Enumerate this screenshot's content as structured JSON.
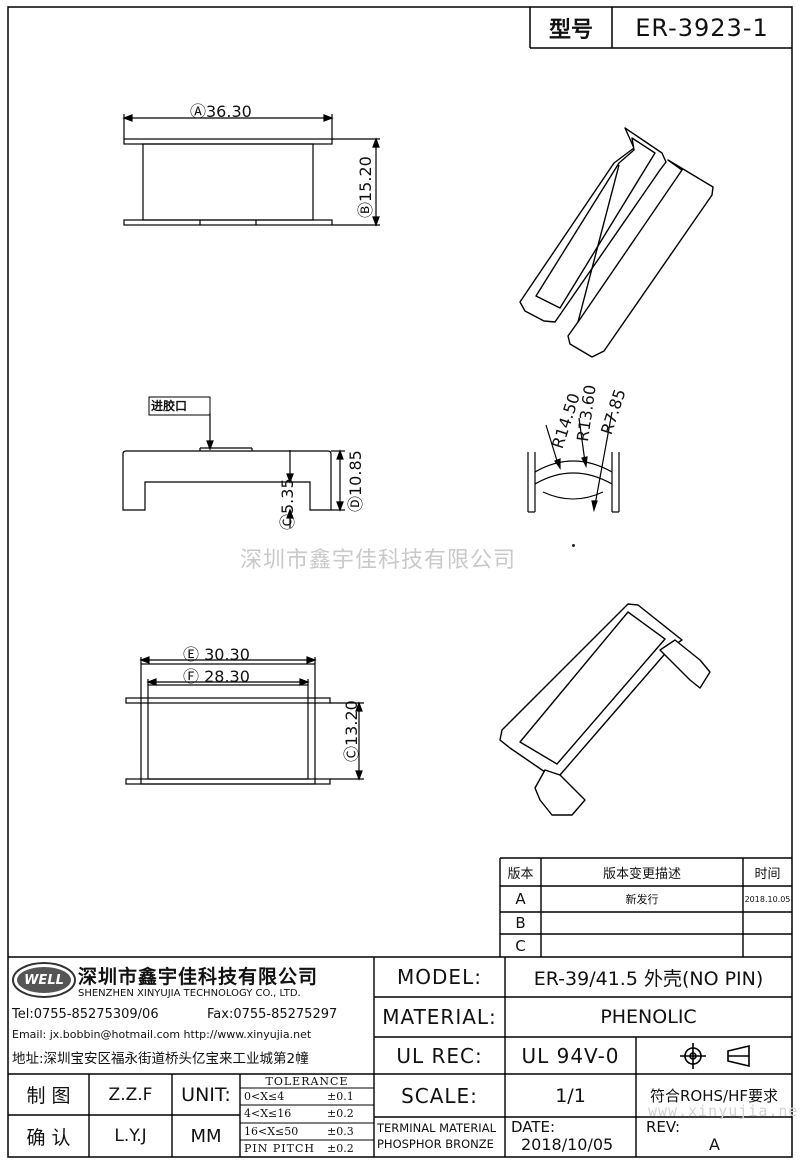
{
  "header": {
    "type_label": "型号",
    "part_number": "ER-3923-1"
  },
  "dimensions": {
    "a": "Ⓐ36.30",
    "b": "Ⓑ15.20",
    "gate": "进胶口",
    "c1": "Ⓒ5.35",
    "d": "Ⓓ10.85",
    "r1": "R14.50",
    "r2": "R13.60",
    "r3": "R7.85",
    "e": "Ⓔ 30.30",
    "f": "Ⓕ 28.30",
    "c2": "Ⓒ13.20"
  },
  "watermark": "深圳市鑫宇佳科技有限公司",
  "watermark_url": "www.xinyujia.net",
  "revision_table": {
    "headers": [
      "版本",
      "版本变更描述",
      "时间"
    ],
    "rows": [
      {
        "rev": "A",
        "desc": "新发行",
        "date": "2018.10.05"
      },
      {
        "rev": "B",
        "desc": "",
        "date": ""
      },
      {
        "rev": "C",
        "desc": "",
        "date": ""
      }
    ]
  },
  "company": {
    "logo_text": "WELL",
    "name_cn": "深圳市鑫宇佳科技有限公司",
    "name_en": "SHENZHEN XINYUJIA TECHNOLOGY CO., LTD.",
    "tel": "Tel:0755-85275309/06",
    "fax": "Fax:0755-85275297",
    "email": "Email: jx.bobbin@hotmail.com http://www.xinyujia.net",
    "address": "地址:深圳宝安区福永街道桥头亿宝来工业城第2幢"
  },
  "title_block": {
    "model_label": "MODEL:",
    "model_value": "ER-39/41.5 外壳(NO PIN)",
    "material_label": "MATERIAL:",
    "material_value": "PHENOLIC",
    "ulrec_label": "UL REC:",
    "ulrec_value": "UL 94V-0",
    "scale_label": "SCALE:",
    "scale_value": "1/1",
    "rohs": "符合ROHS/HF要求",
    "terminal_label": "TERMINAL MATERIAL",
    "terminal_value": "PHOSPHOR BRONZE",
    "date_label": "DATE:",
    "date_value": "2018/10/05",
    "rev_label": "REV:",
    "rev_value": "A"
  },
  "signoff": {
    "draw_label": "制  图",
    "draw_by": "Z.Z.F",
    "check_label": "确  认",
    "check_by": "L.Y.J",
    "unit_label": "UNIT:",
    "unit_value": "MM"
  },
  "tolerance": {
    "title": "TOLERANCE",
    "rows": [
      {
        "range": "0<X≤4",
        "tol": "±0.1"
      },
      {
        "range": "4<X≤16",
        "tol": "±0.2"
      },
      {
        "range": "16<X≤50",
        "tol": "±0.3"
      },
      {
        "range": "PIN PITCH",
        "tol": "±0.2"
      }
    ]
  }
}
